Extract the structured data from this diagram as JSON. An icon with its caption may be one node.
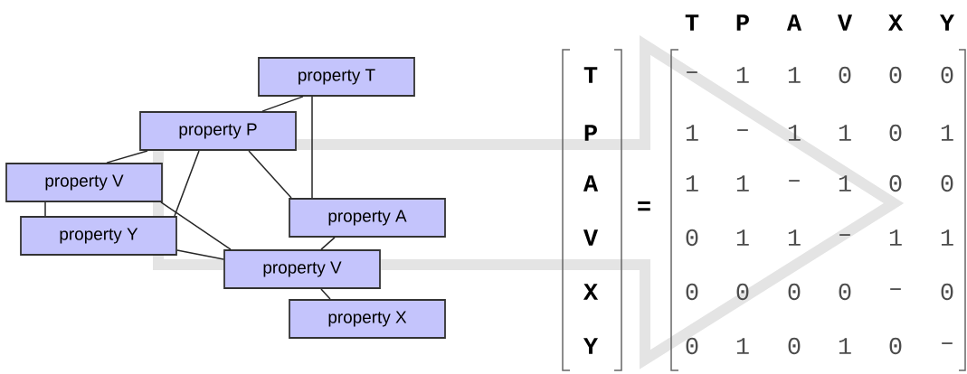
{
  "diagram": {
    "nodes": [
      {
        "text": [
          "property T"
        ]
      },
      {
        "text": [
          "property P"
        ]
      },
      {
        "text": [
          "property V"
        ]
      },
      {
        "text": [
          "property A"
        ]
      },
      {
        "text": [
          "property Y"
        ]
      },
      {
        "text": [
          "property V"
        ]
      },
      {
        "text": [
          "property X"
        ]
      }
    ],
    "edges": [
      {
        "from": 0,
        "to": 1,
        "arrow": "none"
      },
      {
        "from": 0,
        "to": 3,
        "arrow": "none"
      },
      {
        "from": 1,
        "to": 2,
        "arrow": "none"
      },
      {
        "from": 1,
        "to": 4,
        "arrow": "none"
      },
      {
        "from": 1,
        "to": 3,
        "arrow": "none"
      },
      {
        "from": 2,
        "to": 4,
        "arrow": "none"
      },
      {
        "from": 2,
        "to": 5,
        "arrow": "none"
      },
      {
        "from": 4,
        "to": 5,
        "arrow": "none"
      },
      {
        "from": 3,
        "to": 5,
        "arrow": "none"
      },
      {
        "from": 5,
        "to": 6,
        "arrow": "none"
      }
    ],
    "labels": [
      "T",
      "P",
      "A",
      "V",
      "X",
      "Y",
      "T",
      "P",
      "A",
      "V",
      "X",
      "Y",
      "=",
      "–",
      "1",
      "1",
      "0",
      "0",
      "0",
      "1",
      "–",
      "1",
      "1",
      "0",
      "1",
      "1",
      "1",
      "–",
      "1",
      "0",
      "0",
      "0",
      "1",
      "1",
      "–",
      "1",
      "1",
      "0",
      "0",
      "0",
      "0",
      "–",
      "0",
      "0",
      "1",
      "0",
      "1",
      "0",
      "–"
    ]
  }
}
